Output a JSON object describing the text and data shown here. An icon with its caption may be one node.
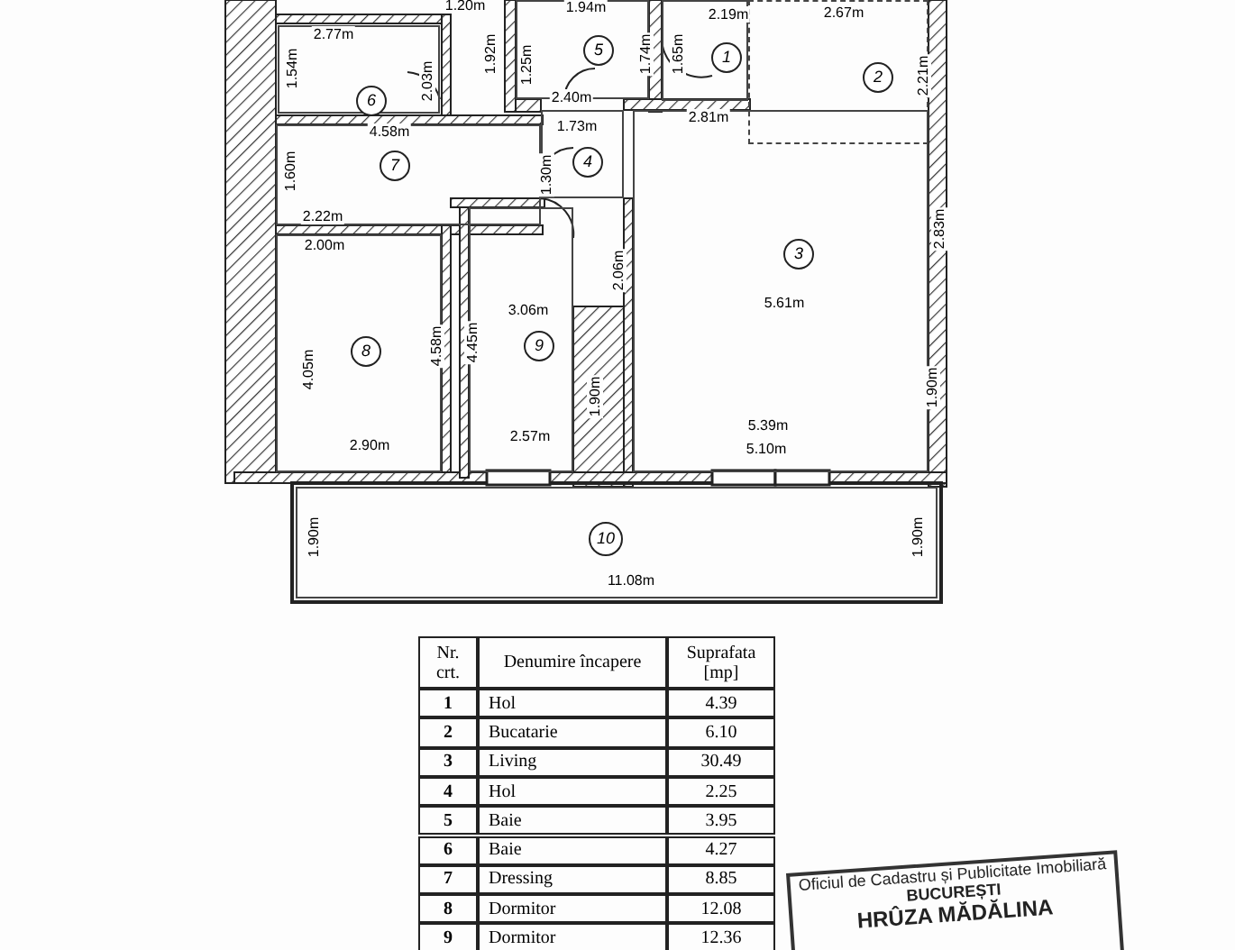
{
  "diagram": {
    "nodes": [
      {
        "text": [
          "6"
        ]
      },
      {
        "text": [
          "5"
        ]
      },
      {
        "text": [
          "1"
        ]
      },
      {
        "text": [
          "2"
        ]
      },
      {
        "text": [
          "7"
        ]
      },
      {
        "text": [
          "4"
        ]
      },
      {
        "text": [
          "3"
        ]
      },
      {
        "text": [
          "8"
        ]
      },
      {
        "text": [
          "9"
        ]
      },
      {
        "text": [
          "10"
        ]
      },
      {
        "text": [
          "Oficiul de Cadastru și Publicitate Imobiliară",
          "BUCUREȘTI",
          "HRÛZA MĂDĂLINA"
        ]
      }
    ],
    "edges": [],
    "labels": [
      "1.20m",
      "1.94m",
      "2.19m",
      "2.67m",
      "2.77m",
      "1.54m",
      "2.03m",
      "1.92m",
      "1.25m",
      "1.74m",
      "1.65m",
      "2.21m",
      "2.40m",
      "1.73m",
      "2.81m",
      "4.58m",
      "1.60m",
      "1.30m",
      "2.22m",
      "2.00m",
      "2.83m",
      "2.06m",
      "5.61m",
      "3.06m",
      "4.05m",
      "4.58m",
      "4.45m",
      "1.90m",
      "1.90m",
      "5.39m",
      "2.57m",
      "2.90m",
      "5.10m",
      "1.90m",
      "1.90m",
      "11.08m",
      "Nr. crt.",
      "Denumire încapere",
      "Suprafata [mp]",
      "1",
      "Hol",
      "4.39",
      "2",
      "Bucatarie",
      "6.10",
      "3",
      "Living",
      "30.49",
      "4",
      "Hol",
      "2.25",
      "5",
      "Baie",
      "3.95",
      "6",
      "Baie",
      "4.27",
      "7",
      "Dressing",
      "8.85",
      "8",
      "Dormitor",
      "12.08",
      "9",
      "Dormitor",
      "12.36"
    ]
  }
}
